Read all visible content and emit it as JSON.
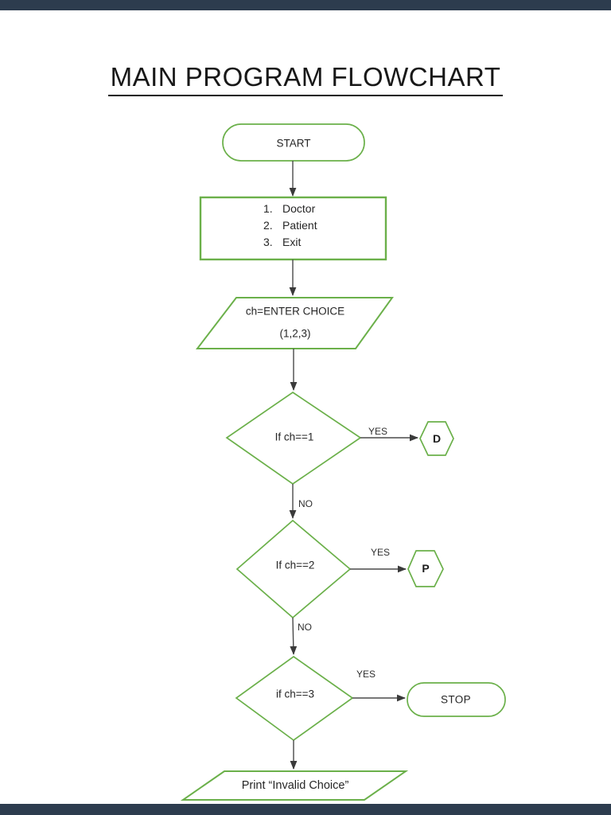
{
  "page": {
    "title": "MAIN PROGRAM FLOWCHART"
  },
  "colors": {
    "shape_green": "#6bb04a",
    "arrow_gray": "#4a4a4a",
    "viewer_bar": "#2d3c4e",
    "text": "#262626"
  },
  "flowchart": {
    "start": "START",
    "menu": [
      {
        "num": "1.",
        "label": "Doctor"
      },
      {
        "num": "2.",
        "label": "Patient"
      },
      {
        "num": "3.",
        "label": "Exit"
      }
    ],
    "input_line1": "ch=ENTER CHOICE",
    "input_line2": "(1,2,3)",
    "decision1": "If ch==1",
    "decision2": "If ch==2",
    "decision3": "if ch==3",
    "yes1": "YES",
    "yes2": "YES",
    "yes3": "YES",
    "no1": "NO",
    "no2": "NO",
    "connector_d": "D",
    "connector_p": "P",
    "stop": "STOP",
    "print_invalid": "Print “Invalid Choice”"
  }
}
